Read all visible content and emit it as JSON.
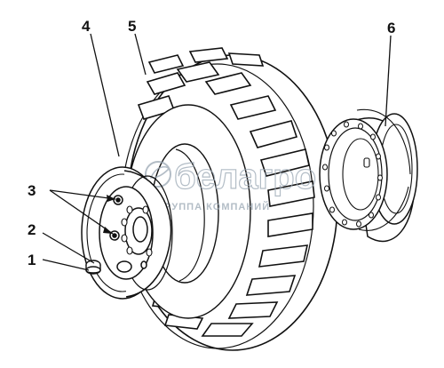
{
  "diagram": {
    "callouts": [
      {
        "id": "1",
        "label": "1"
      },
      {
        "id": "2",
        "label": "2"
      },
      {
        "id": "3",
        "label": "3"
      },
      {
        "id": "4",
        "label": "4"
      },
      {
        "id": "5",
        "label": "5"
      },
      {
        "id": "6",
        "label": "6"
      }
    ]
  },
  "watermark": {
    "brand": "белагро",
    "subtitle": "ГРУППА КОМПАНИЙ",
    "color": "#9aa7b4"
  },
  "colors": {
    "line": "#111111",
    "fill": "#ffffff"
  }
}
